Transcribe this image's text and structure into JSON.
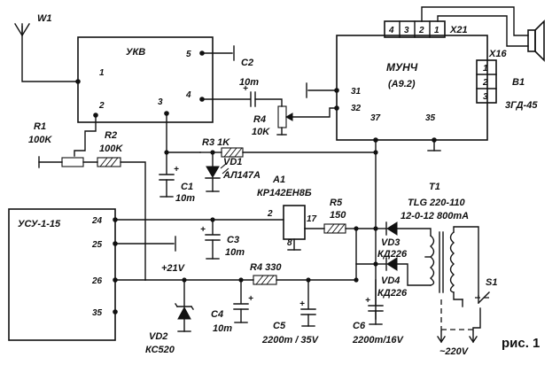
{
  "antenna": {
    "label": "W1"
  },
  "ukv": {
    "label": "УКВ",
    "pins": [
      "1",
      "2",
      "3",
      "4",
      "5"
    ]
  },
  "munch": {
    "label": "МУНЧ",
    "sublabel": "(А9.2)",
    "pins": [
      "31",
      "32",
      "37",
      "35"
    ]
  },
  "connector_x21": {
    "label": "X21",
    "pins": [
      "4",
      "3",
      "2",
      "1"
    ]
  },
  "connector_x16": {
    "label": "X16",
    "pins": [
      "1",
      "2",
      "3"
    ]
  },
  "speaker": {
    "label": "В1",
    "type": "3ГД-45"
  },
  "usu": {
    "label": "УСУ-1-15",
    "pins": [
      "24",
      "25",
      "26",
      "35"
    ]
  },
  "regulator": {
    "label": "А1",
    "type": "КР142ЕН8Б",
    "pins": [
      "2",
      "17",
      "8"
    ]
  },
  "components": {
    "R1": {
      "label": "R1",
      "value": "100K"
    },
    "R2": {
      "label": "R2",
      "value": "100K"
    },
    "R3": {
      "label": "R3 1K"
    },
    "R4a": {
      "label": "R4",
      "value": "10K"
    },
    "R4b": {
      "label": "R4 330"
    },
    "R5": {
      "label": "R5",
      "value": "150"
    },
    "C1": {
      "label": "C1",
      "value": "10m"
    },
    "C2": {
      "label": "C2"
    },
    "C2val": {
      "value": "10m"
    },
    "C3": {
      "label": "C3",
      "value": "10m"
    },
    "C4": {
      "label": "C4",
      "value": "10m"
    },
    "C5": {
      "label": "C5",
      "value": "2200m / 35V"
    },
    "C6": {
      "label": "C6",
      "value": "2200m/16V"
    },
    "VD1": {
      "label": "VD1",
      "type": "АЛ147А"
    },
    "VD2": {
      "label": "VD2",
      "type": "КС520"
    },
    "VD3": {
      "label": "VD3",
      "type": "КД226"
    },
    "VD4": {
      "label": "VD4",
      "type": "КД226"
    },
    "T1": {
      "label": "T1",
      "type": "TLG 220-110",
      "rating": "12-0-12 800mA"
    },
    "S1": {
      "label": "S1"
    }
  },
  "net_labels": {
    "plus21": "+21V",
    "mains": "~220V",
    "plus": "+"
  },
  "figure_label": "рис. 1"
}
